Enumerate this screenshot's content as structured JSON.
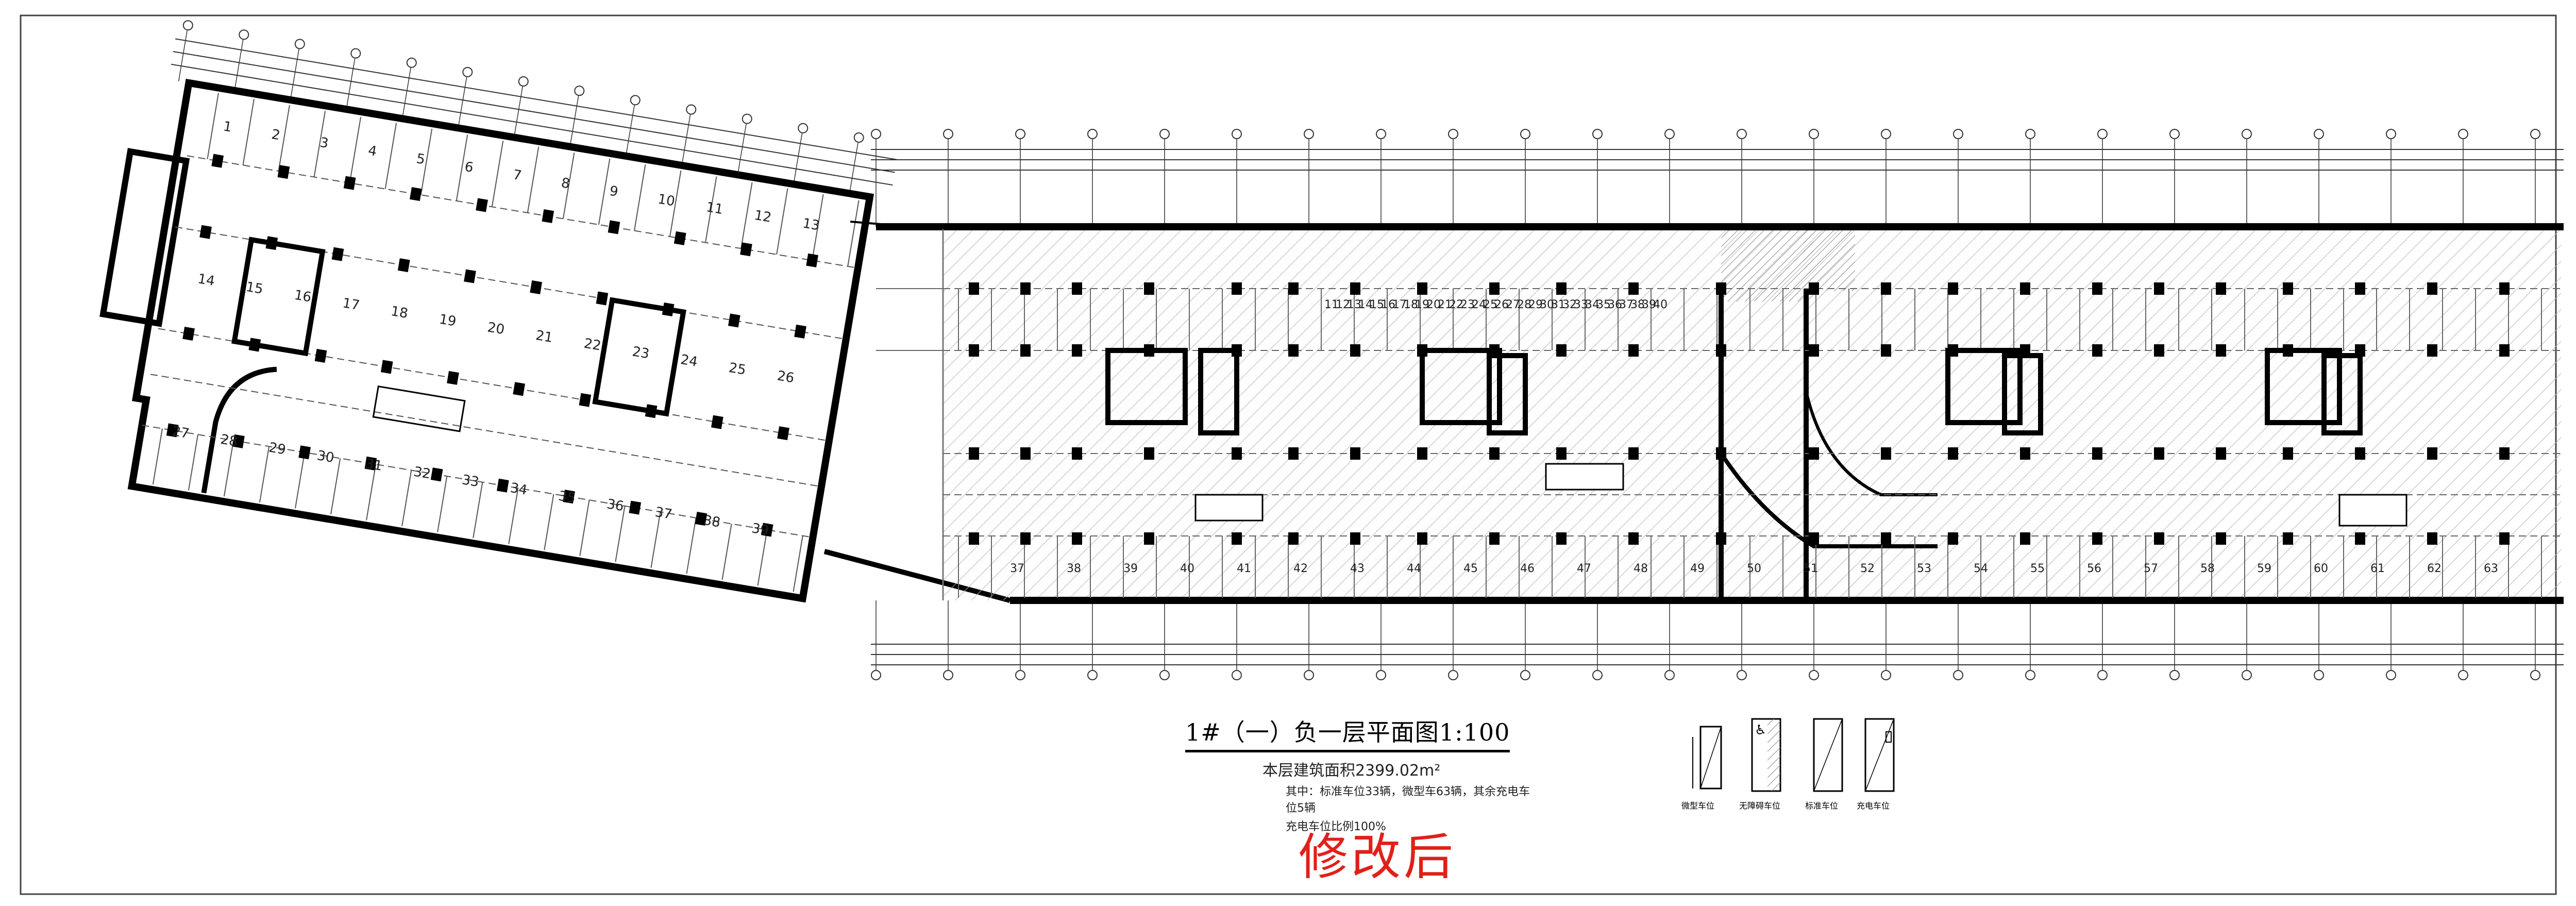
{
  "drawing": {
    "title": "1#（一）负一层平面图1:100",
    "area_line": "本层建筑面积2399.02m²",
    "parking_line": "其中：标准车位33辆，微型车63辆，其余充电车位5辆",
    "charging_line": "充电车位比例100%"
  },
  "revision_stamp": "修改后",
  "legend": {
    "items": [
      {
        "label": "微型车位"
      },
      {
        "label": "无障碍车位"
      },
      {
        "label": "标准车位"
      },
      {
        "label": "充电车位"
      }
    ]
  },
  "left_block": {
    "room_labels": [
      "1",
      "2",
      "3",
      "4",
      "5",
      "6",
      "7",
      "8",
      "9",
      "10",
      "11",
      "12",
      "13",
      "14",
      "15",
      "16",
      "17",
      "18",
      "19",
      "20",
      "21",
      "22",
      "23",
      "24",
      "25",
      "26",
      "27",
      "28",
      "29",
      "30",
      "31",
      "32",
      "33",
      "34",
      "35",
      "36",
      "37",
      "38",
      "39"
    ]
  },
  "right_block": {
    "stall_numbers_top": [
      "11",
      "12",
      "13",
      "14",
      "15",
      "16",
      "17",
      "18",
      "19",
      "20",
      "21",
      "22",
      "23",
      "24",
      "25",
      "26",
      "27",
      "28",
      "29",
      "30",
      "31",
      "32",
      "33",
      "34",
      "35",
      "36",
      "37",
      "38",
      "39",
      "40"
    ],
    "stall_numbers_bottom": [
      "37",
      "38",
      "39",
      "40",
      "41",
      "42",
      "43",
      "44",
      "45",
      "46",
      "47",
      "48",
      "49",
      "50",
      "51",
      "52",
      "53",
      "54",
      "55",
      "56",
      "57",
      "58",
      "59",
      "60",
      "61",
      "62",
      "63"
    ]
  },
  "colors": {
    "line": "#000000",
    "hatch": "#b0b0b0",
    "stamp": "#e0201a"
  }
}
